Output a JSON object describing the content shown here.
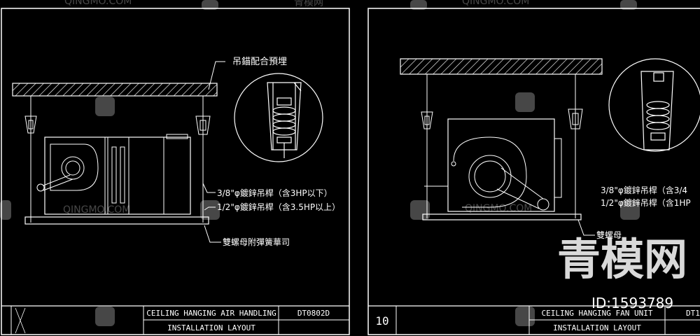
{
  "left_panel": {
    "callouts": {
      "anchor": "吊錨配合預埋",
      "rod_small": "3/8\"φ鍍鋅吊桿（含3HP以下）",
      "rod_large": "1/2\"φ鍍鋅吊桿（含3.5HP以上）",
      "spring_nut": "雙螺母附彈簧華司"
    },
    "title_line1": "CEILING HANGING AIR HANDLING",
    "title_line2": "INSTALLATION LAYOUT",
    "drawing_no": "DT0802D"
  },
  "right_panel": {
    "callouts": {
      "rod_small": "3/8\"φ鍍鋅吊桿（含3/4",
      "rod_large": "1/2\"φ鍍鋅吊桿（含1HP",
      "spring_nut": "雙螺母"
    },
    "title_line1": "CEILING HANGING FAN UNIT",
    "title_line2": "INSTALLATION LAYOUT",
    "sheet_no": "10",
    "drawing_no": "DT1"
  },
  "watermark": {
    "brand": "QINGMO.COM",
    "cn_small": "青模网",
    "cn_big": "青模网",
    "id_label": "ID:1593789"
  }
}
